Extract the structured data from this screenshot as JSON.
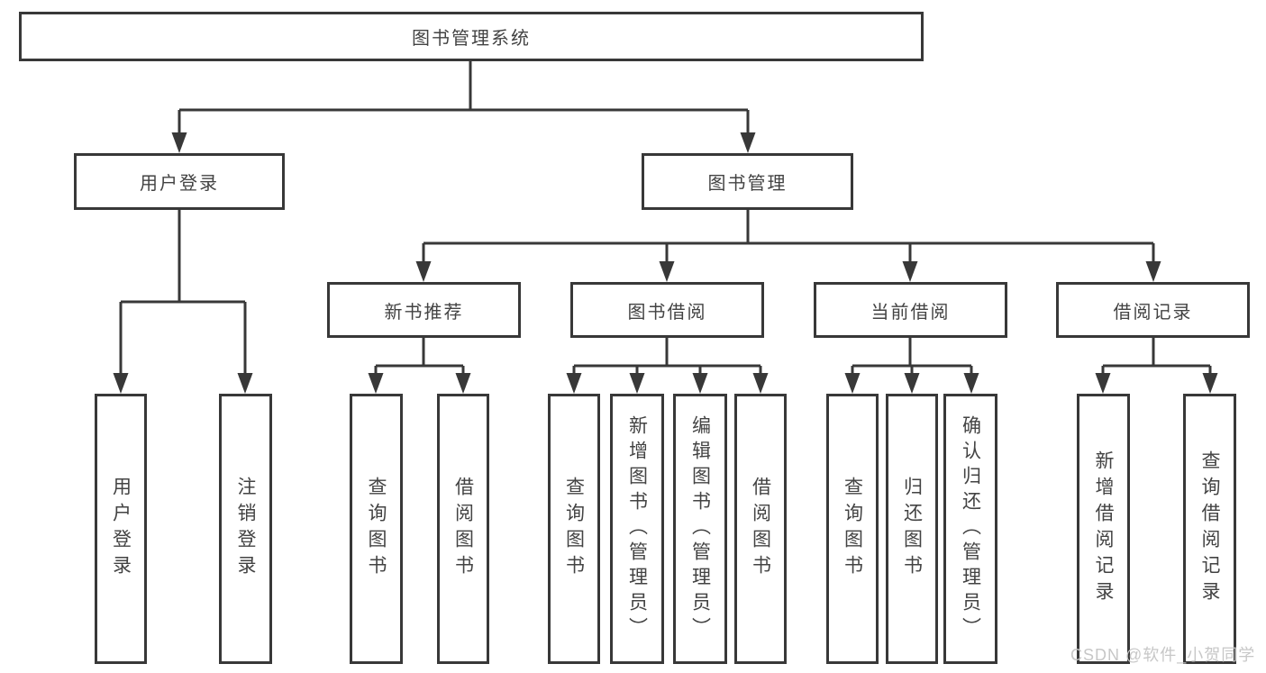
{
  "tree": {
    "label": "图书管理系统",
    "children": [
      {
        "label": "用户登录",
        "children": [
          {
            "label": "用户登录"
          },
          {
            "label": "注销登录"
          }
        ]
      },
      {
        "label": "图书管理",
        "children": [
          {
            "label": "新书推荐",
            "children": [
              {
                "label": "查询图书"
              },
              {
                "label": "借阅图书"
              }
            ]
          },
          {
            "label": "图书借阅",
            "children": [
              {
                "label": "查询图书"
              },
              {
                "label": "新增图书（管理员）"
              },
              {
                "label": "编辑图书（管理员）"
              },
              {
                "label": "借阅图书"
              }
            ]
          },
          {
            "label": "当前借阅",
            "children": [
              {
                "label": "查询图书"
              },
              {
                "label": "归还图书"
              },
              {
                "label": "确认归还（管理员）"
              }
            ]
          },
          {
            "label": "借阅记录",
            "children": [
              {
                "label": "新增借阅记录"
              },
              {
                "label": "查询借阅记录"
              }
            ]
          }
        ]
      }
    ]
  },
  "watermark": "CSDN @软件_小贺同学",
  "colors": {
    "line": "#383838",
    "text": "#434343",
    "watermark": "#c7c7c7",
    "background": "#ffffff"
  }
}
